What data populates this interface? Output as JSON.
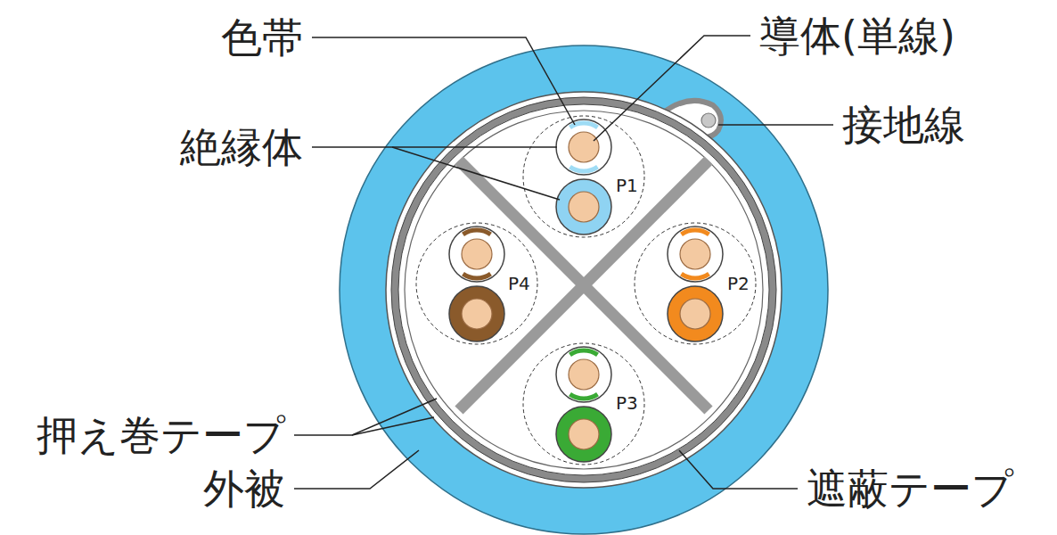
{
  "diagram": {
    "labels": [
      "色帯",
      "導体(単線)",
      "絶縁体",
      "接地線",
      "P1",
      "P4",
      "P2",
      "P3",
      "押え巻テープ",
      "外被",
      "遮蔽テープ"
    ]
  }
}
